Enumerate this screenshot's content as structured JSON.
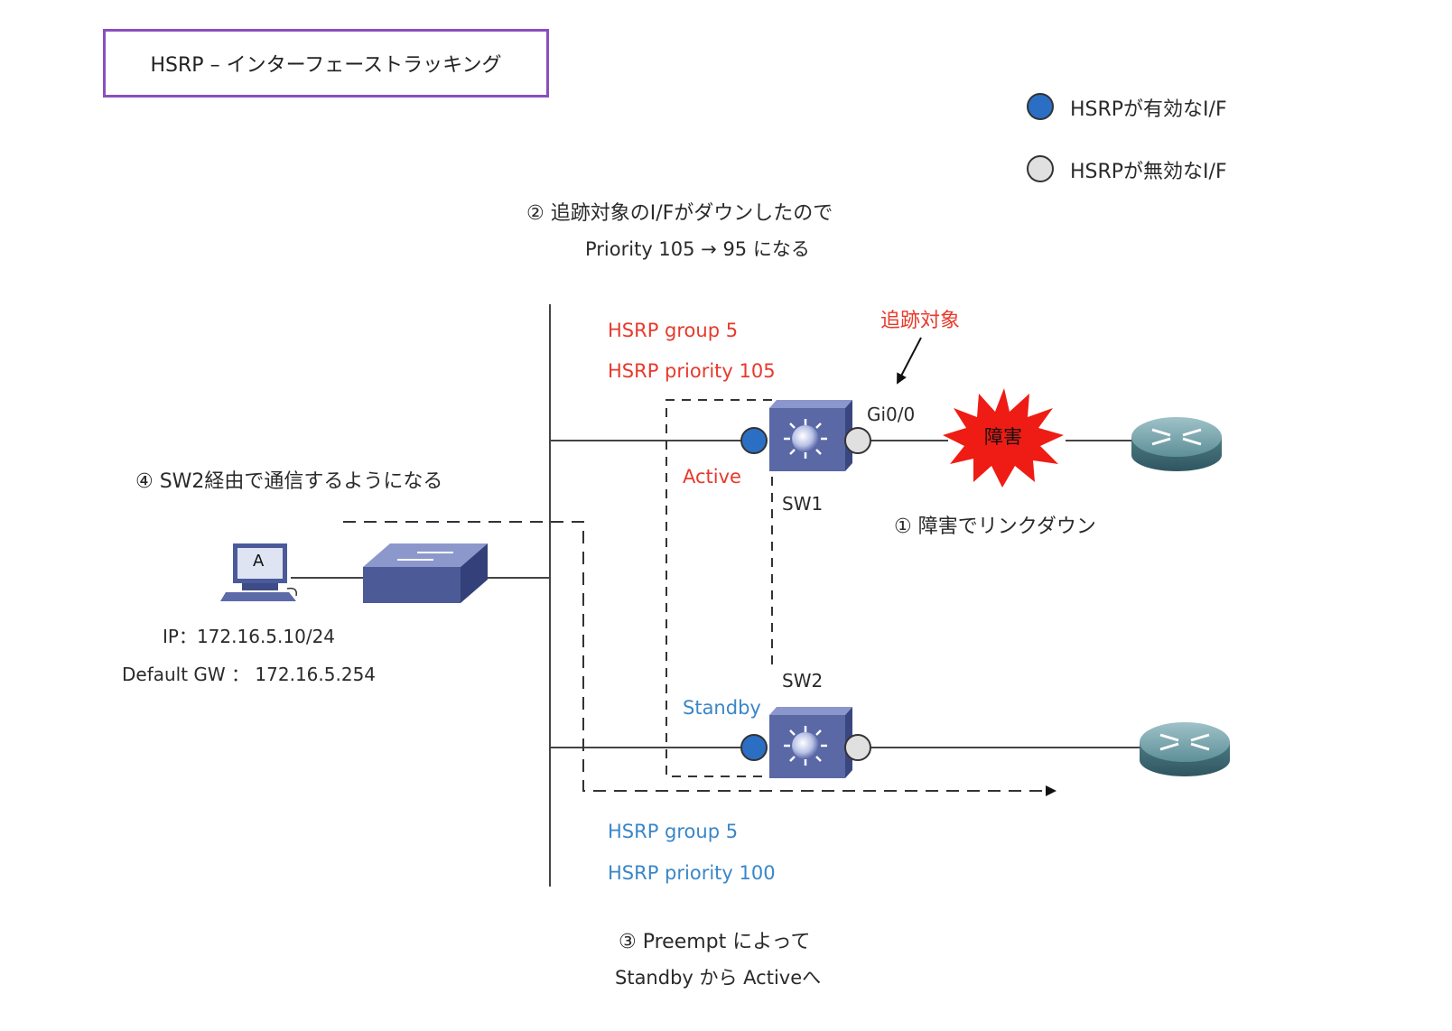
{
  "title": "HSRP – インターフェーストラッキング",
  "legend": [
    {
      "label": "HSRPが有効なI/F",
      "color": "#2a6fc4"
    },
    {
      "label": "HSRPが無効なI/F",
      "color": "#e0e0e0"
    }
  ],
  "notes": {
    "step2_line1": "② 追跡対象のI/Fがダウンしたので",
    "step2_line2": "Priority 105 → 95 になる",
    "step1": "① 障害でリンクダウン",
    "step4": "④ SW2経由で通信するようになる",
    "step3_line1": "③ Preempt によって",
    "step3_line2": "Standby から Activeへ"
  },
  "sw1": {
    "name": "SW1",
    "state": "Active",
    "group": "HSRP group 5",
    "priority": "HSRP priority 105",
    "interface": "Gi0/0",
    "tracked_label": "追跡対象",
    "failure_label": "障害"
  },
  "sw2": {
    "name": "SW2",
    "state": "Standby",
    "group": "HSRP group 5",
    "priority": "HSRP priority 100"
  },
  "host": {
    "label": "A",
    "ip": "IP：172.16.5.10/24",
    "gateway": "Default GW ： 172.16.5.254"
  },
  "colors": {
    "active_text": "#e8392c",
    "standby_text": "#3a86c8",
    "enabled_if": "#2a6fc4",
    "disabled_if": "#e0e0e0",
    "title_border": "#8a4fbf"
  }
}
